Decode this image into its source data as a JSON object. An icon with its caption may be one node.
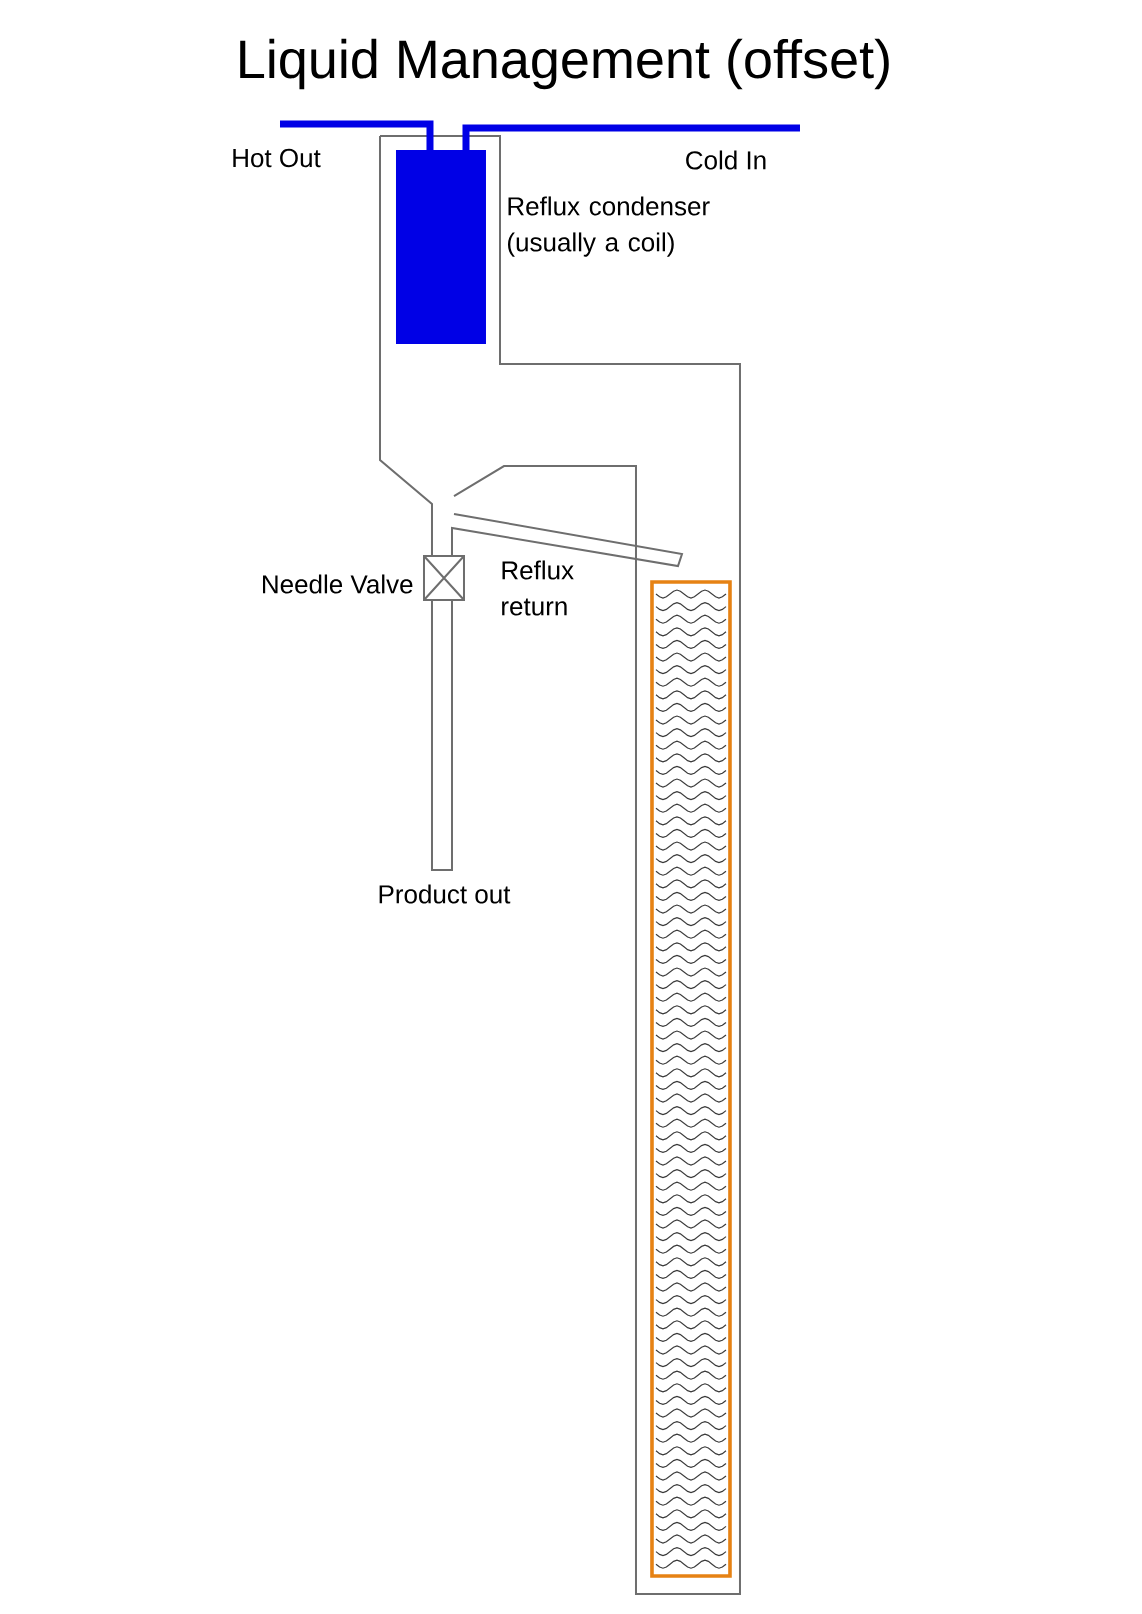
{
  "diagram": {
    "title": "Liquid Management (offset)",
    "labels": [
      "Hot Out",
      "Cold In",
      "Reflux condenser (usually a coil)",
      "Needle Valve",
      "Reflux return",
      "Product out"
    ]
  }
}
